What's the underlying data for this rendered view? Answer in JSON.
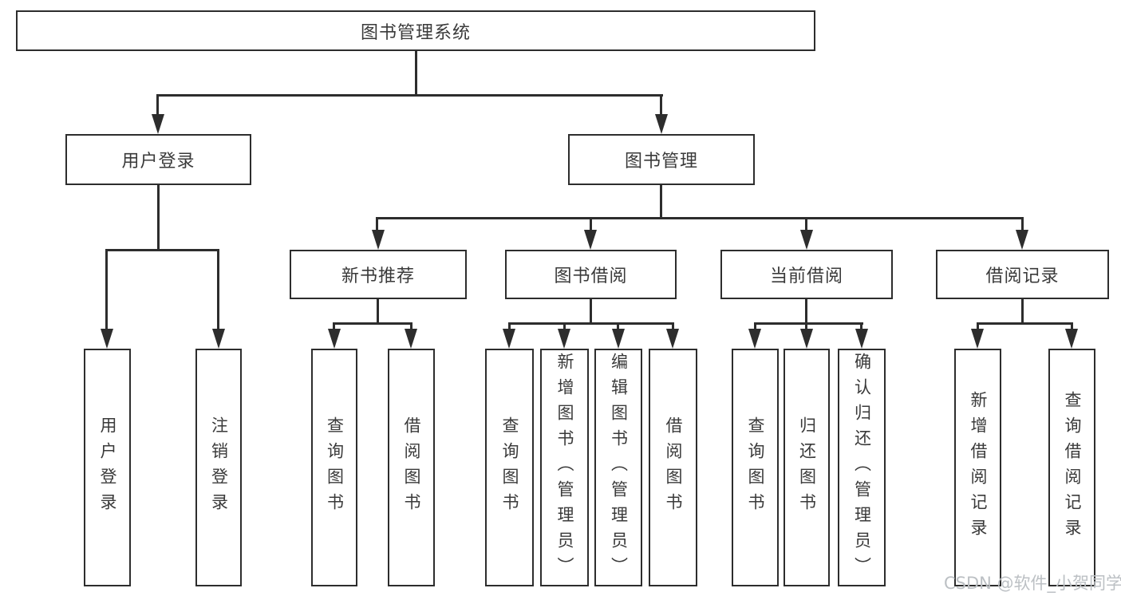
{
  "diagram": {
    "type": "hierarchy-tree",
    "tree": {
      "label": "图书管理系统",
      "children": [
        {
          "label": "用户登录",
          "children": [
            {
              "label": "用户登录"
            },
            {
              "label": "注销登录"
            }
          ]
        },
        {
          "label": "图书管理",
          "children": [
            {
              "label": "新书推荐",
              "children": [
                {
                  "label": "查询图书"
                },
                {
                  "label": "借阅图书"
                }
              ]
            },
            {
              "label": "图书借阅",
              "children": [
                {
                  "label": "查询图书"
                },
                {
                  "label": "新增图书（管理员）"
                },
                {
                  "label": "编辑图书（管理员）"
                },
                {
                  "label": "借阅图书"
                }
              ]
            },
            {
              "label": "当前借阅",
              "children": [
                {
                  "label": "查询图书"
                },
                {
                  "label": "归还图书"
                },
                {
                  "label": "确认归还（管理员）"
                }
              ]
            },
            {
              "label": "借阅记录",
              "children": [
                {
                  "label": "新增借阅记录"
                },
                {
                  "label": "查询借阅记录"
                }
              ]
            }
          ]
        }
      ]
    },
    "colors": {
      "line": "#2d2d2d",
      "text": "#3a3a3a",
      "background": "#ffffff",
      "watermark": "#bcc0c4"
    }
  },
  "watermark": {
    "text": "CSDN @软件_小贺同学"
  }
}
